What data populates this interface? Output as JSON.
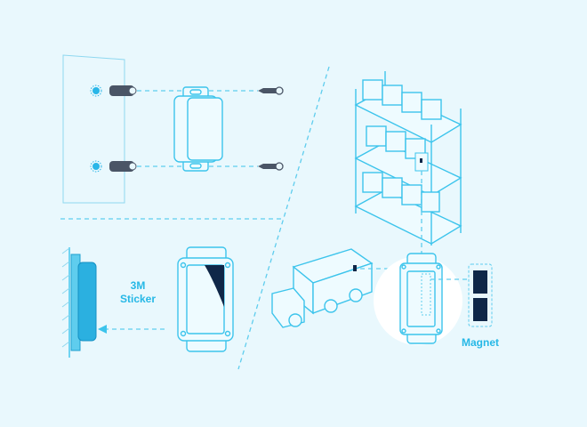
{
  "labels": {
    "sticker_line1": "3M",
    "sticker_line2": "Sticker",
    "magnet": "Magnet"
  },
  "colors": {
    "background": "#e9f8fd",
    "line": "#3cc4ec",
    "label": "#26b8e6",
    "magnet": "#0f2748",
    "screw": "#4a5566"
  },
  "icons": [
    "wall-anchor-icon",
    "screw-icon",
    "tracker-device-icon",
    "shelf-icon",
    "truck-icon",
    "magnet-icon",
    "sticker-icon"
  ]
}
